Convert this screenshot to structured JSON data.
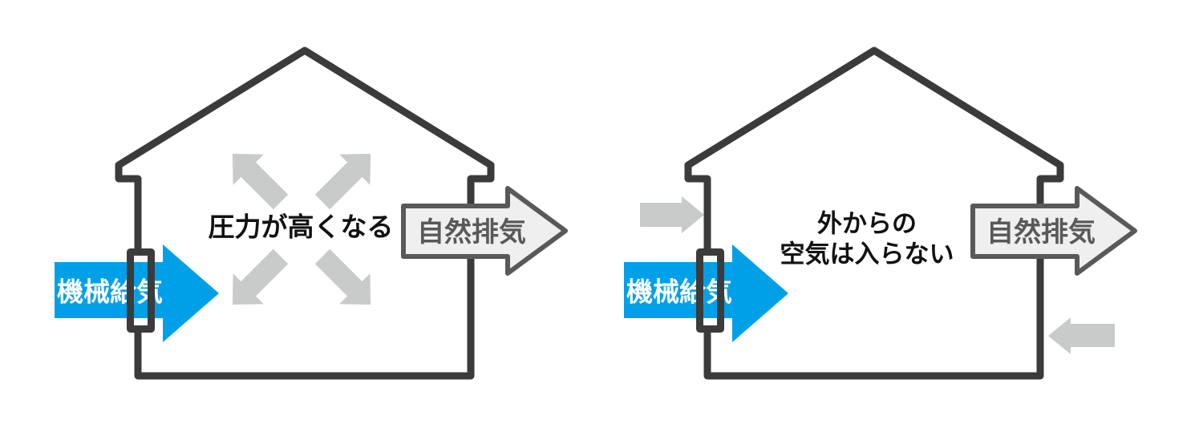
{
  "diagram": {
    "background_color": "#ffffff",
    "colors": {
      "house_outline": "#3b3b3b",
      "supply_blue": "#00a0e9",
      "pressure_gray": "#c9caca",
      "exhaust_fill": "#efefef",
      "exhaust_stroke": "#595959",
      "caption_black": "#111111"
    },
    "panels": {
      "left": {
        "supply_label": "機械給気",
        "exhaust_label": "自然排気",
        "caption": "圧力が高くなる"
      },
      "right": {
        "supply_label": "機械給気",
        "exhaust_label": "自然排気",
        "caption_line1": "外からの",
        "caption_line2": "空気は入らない"
      }
    }
  }
}
